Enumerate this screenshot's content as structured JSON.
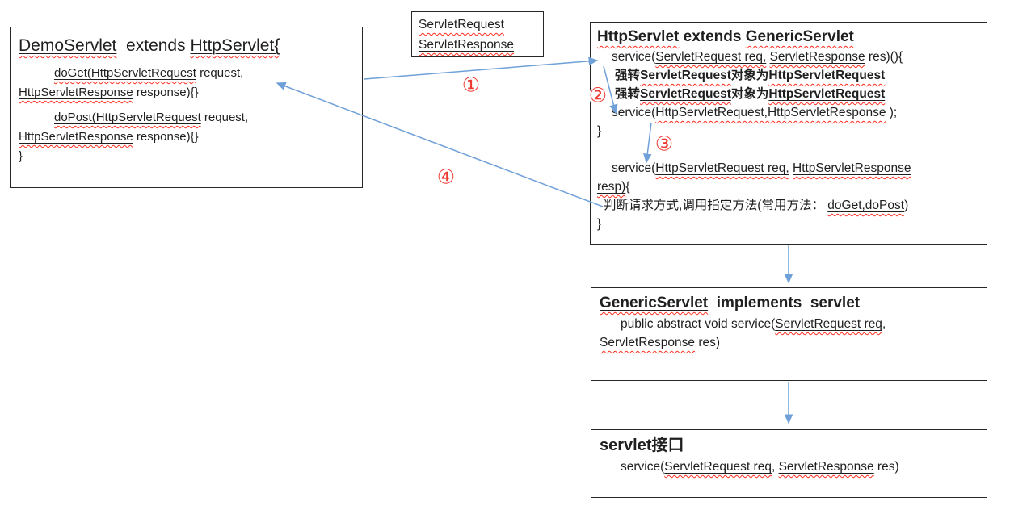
{
  "colors": {
    "arrow_blue": "#6fa0d8",
    "annotation_red": "#ee3a30",
    "squiggle_red": "#ff2d1f",
    "text": "#1f1f1f",
    "box_border": "#262626",
    "background": "#ffffff"
  },
  "annotations": {
    "n1": "①",
    "n2": "②",
    "n3": "③",
    "n4": "④"
  },
  "boxes": {
    "demo_servlet": {
      "lines": [
        {
          "cls": "title",
          "segs": [
            {
              "t": "DemoServlet",
              "u": 1,
              "q": 1
            },
            {
              "t": "  extends "
            },
            {
              "t": "HttpServlet{",
              "u": 1,
              "q": 1
            }
          ]
        },
        {
          "cls": "code ind gap",
          "segs": [
            {
              "t": "doGet(HttpServletRequest",
              "u": 1,
              "q": 1
            },
            {
              "t": " request,"
            }
          ]
        },
        {
          "cls": "code",
          "segs": [
            {
              "t": "HttpServletResponse",
              "u": 1,
              "q": 1
            },
            {
              "t": " response){}"
            }
          ]
        },
        {
          "cls": "code ind gap",
          "segs": [
            {
              "t": "doPost(HttpServletRequest",
              "u": 1,
              "q": 1
            },
            {
              "t": " request,"
            }
          ]
        },
        {
          "cls": "code",
          "segs": [
            {
              "t": "HttpServletResponse",
              "u": 1,
              "q": 1
            },
            {
              "t": " response){}"
            }
          ]
        },
        {
          "cls": "code",
          "segs": [
            {
              "t": "}"
            }
          ]
        }
      ]
    },
    "request_response": {
      "lines": [
        {
          "cls": "code",
          "segs": [
            {
              "t": "ServletRequest",
              "u": 1,
              "q": 1
            }
          ]
        },
        {
          "cls": "code",
          "segs": [
            {
              "t": "ServletResponse",
              "u": 1,
              "q": 1
            }
          ]
        }
      ]
    },
    "http_servlet": {
      "lines": [
        {
          "cls": "title",
          "segs": [
            {
              "t": "HttpServlet",
              "u": 1,
              "q": 1,
              "b": 1
            },
            {
              "t": " extends ",
              "u": 1,
              "b": 1
            },
            {
              "t": "GenericServlet",
              "u": 1,
              "q": 1,
              "b": 1
            }
          ]
        },
        {
          "cls": "code ind1",
          "segs": [
            {
              "t": "service("
            },
            {
              "t": "ServletRequest req,",
              "u": 1,
              "q": 1
            },
            {
              "t": " "
            },
            {
              "t": "ServletResponse",
              "u": 1,
              "q": 1
            },
            {
              "t": " res)(){"
            }
          ]
        },
        {
          "cls": "code ind2",
          "segs": [
            {
              "t": "强转",
              "b": 1
            },
            {
              "t": "ServletRequest",
              "u": 1,
              "q": 1,
              "b": 1
            },
            {
              "t": "对象为",
              "b": 1
            },
            {
              "t": "HttpServletRequest",
              "u": 1,
              "q": 1,
              "b": 1
            }
          ]
        },
        {
          "cls": "code ind2",
          "segs": [
            {
              "t": "强转",
              "b": 1
            },
            {
              "t": "ServletRequest",
              "u": 1,
              "q": 1,
              "b": 1
            },
            {
              "t": "对象为",
              "b": 1
            },
            {
              "t": "HttpServletRequest",
              "u": 1,
              "q": 1,
              "b": 1
            }
          ]
        },
        {
          "cls": "code ind1",
          "segs": [
            {
              "t": "service("
            },
            {
              "t": "HttpServletRequest,HttpServletResponse",
              "u": 1,
              "q": 1
            },
            {
              "t": " );"
            }
          ]
        },
        {
          "cls": "code",
          "segs": [
            {
              "t": "}"
            }
          ]
        },
        {
          "cls": "code ind1 gap2",
          "segs": [
            {
              "t": "service("
            },
            {
              "t": "HttpServletRequest req,",
              "u": 1,
              "q": 1
            },
            {
              "t": " "
            },
            {
              "t": "HttpServletResponse",
              "u": 1,
              "q": 1
            }
          ]
        },
        {
          "cls": "code",
          "segs": [
            {
              "t": "resp)",
              "u": 1,
              "q": 1
            },
            {
              "t": "{"
            }
          ]
        },
        {
          "cls": "code ind05",
          "segs": [
            {
              "t": "判断请求方式,调用指定方法(常用方法： "
            },
            {
              "t": "doGet,doPost",
              "u": 1,
              "q": 1
            },
            {
              "t": ")"
            }
          ]
        },
        {
          "cls": "code",
          "segs": [
            {
              "t": "}"
            }
          ]
        }
      ]
    },
    "generic_servlet": {
      "lines": [
        {
          "cls": "title",
          "segs": [
            {
              "t": "GenericServlet",
              "u": 1,
              "q": 1,
              "b": 1
            },
            {
              "t": "  implements  servlet",
              "b": 1
            }
          ]
        },
        {
          "cls": "code ind1",
          "segs": [
            {
              "t": "public abstract void service("
            },
            {
              "t": "ServletRequest req",
              "u": 1,
              "q": 1
            },
            {
              "t": ","
            }
          ]
        },
        {
          "cls": "code",
          "segs": [
            {
              "t": "ServletResponse",
              "u": 1,
              "q": 1
            },
            {
              "t": " res)"
            }
          ]
        }
      ]
    },
    "servlet_interface": {
      "lines": [
        {
          "cls": "title",
          "segs": [
            {
              "t": "servlet接口",
              "b": 1
            }
          ]
        },
        {
          "cls": "code ind1",
          "segs": [
            {
              "t": "service("
            },
            {
              "t": "ServletRequest req",
              "u": 1,
              "q": 1
            },
            {
              "t": ", "
            },
            {
              "t": "ServletResponse",
              "u": 1,
              "q": 1
            },
            {
              "t": " res)"
            }
          ]
        }
      ]
    }
  }
}
